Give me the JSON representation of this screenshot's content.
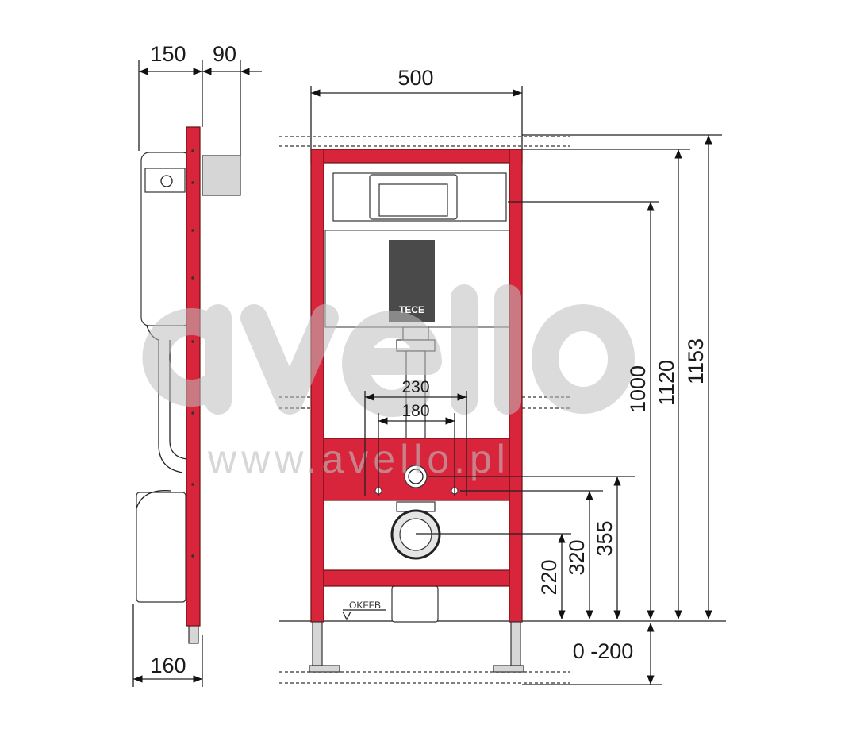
{
  "dimensions": {
    "side_cistern_depth": "150",
    "side_flush_depth": "90",
    "side_base_depth": "160",
    "frame_width": "500",
    "spacing_outer": "230",
    "spacing_inner": "180",
    "height_cistern": "1000",
    "height_frame": "1120",
    "height_total": "1153",
    "height_355": "355",
    "height_320": "320",
    "height_220": "220",
    "leg_adjust": "0 -200"
  },
  "labels": {
    "floor_level": "OKFFB",
    "brand": "TECE"
  },
  "watermark": {
    "logo": "avello",
    "url": "www.avello.pl"
  },
  "colors": {
    "frame_red": "#d9253b"
  }
}
